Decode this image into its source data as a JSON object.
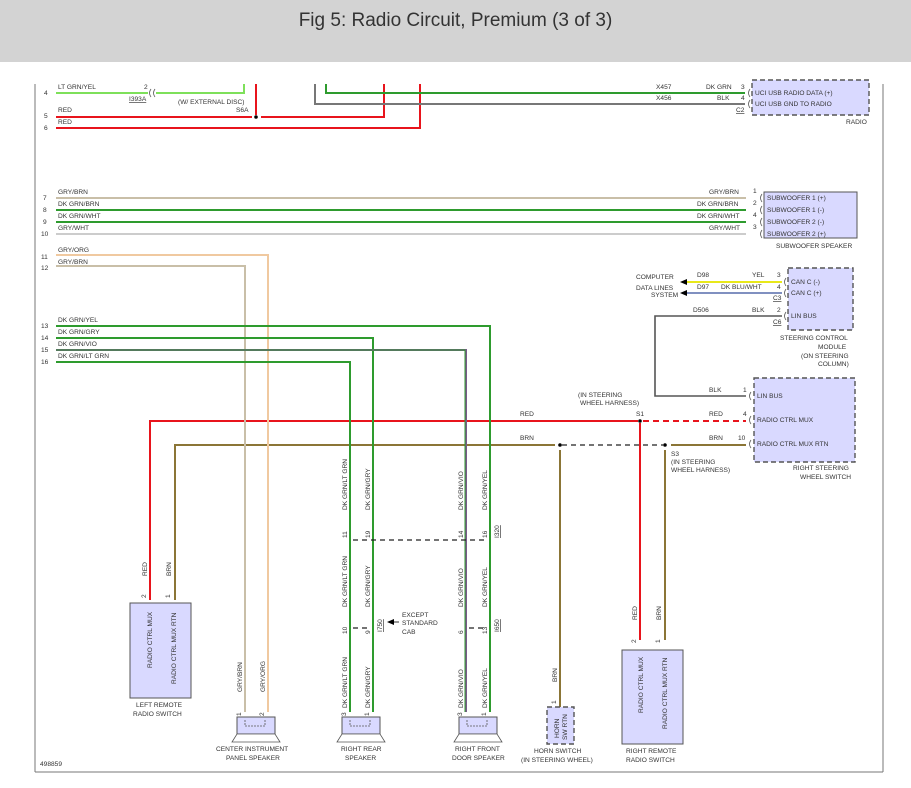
{
  "header": {
    "title": "Fig 5: Radio Circuit, Premium (3 of 3)"
  },
  "figure_id": "498859",
  "colors": {
    "red": "#e8141c",
    "brown": "#8b7536",
    "gry_brn": "#c9bfa8",
    "gry_org": "#f0c9a0",
    "gry_wht": "#cccccc",
    "dk_grn": "#2e9b2e",
    "lt_grn": "#7ee05a",
    "blk": "#555555",
    "yel": "#e8e81a",
    "dk_blu_wht": "#8090c0",
    "component_fill": "#d9d9ff"
  },
  "top_section": {
    "wires": [
      {
        "pin": "4",
        "label": "LT GRN/YEL",
        "connector_pin": "2",
        "connector": "I393A"
      },
      {
        "pin": "5",
        "label": "RED"
      },
      {
        "pin": "6",
        "label": "RED"
      }
    ],
    "splice": {
      "id": "S6A",
      "note": "(W/ EXTERNAL DISC)"
    },
    "radio": {
      "name": "RADIO",
      "connector": "C2",
      "pins": [
        {
          "circuit": "X457",
          "color": "DK GRN",
          "pin": "3",
          "function": "UCI USB RADIO DATA (+)"
        },
        {
          "circuit": "X456",
          "color": "BLK",
          "pin": "4",
          "function": "UCI USB GND TO RADIO"
        }
      ]
    }
  },
  "harness_pins": [
    {
      "pin": "7",
      "label": "GRY/BRN"
    },
    {
      "pin": "8",
      "label": "DK GRN/BRN"
    },
    {
      "pin": "9",
      "label": "DK GRN/WHT"
    },
    {
      "pin": "10",
      "label": "GRY/WHT"
    },
    {
      "pin": "11",
      "label": "GRY/ORG"
    },
    {
      "pin": "12",
      "label": "GRY/BRN"
    },
    {
      "pin": "13",
      "label": "DK GRN/YEL"
    },
    {
      "pin": "14",
      "label": "DK GRN/GRY"
    },
    {
      "pin": "15",
      "label": "DK GRN/VIO"
    },
    {
      "pin": "16",
      "label": "DK GRN/LT GRN"
    }
  ],
  "subwoofer": {
    "name": "SUBWOOFER SPEAKER",
    "pins": [
      {
        "color": "GRY/BRN",
        "pin": "1",
        "function": "SUBWOOFER 1 (+)"
      },
      {
        "color": "DK GRN/BRN",
        "pin": "2",
        "function": "SUBWOOFER 1 (-)"
      },
      {
        "color": "DK GRN/WHT",
        "pin": "4",
        "function": "SUBWOOFER 2 (-)"
      },
      {
        "color": "GRY/WHT",
        "pin": "3",
        "function": "SUBWOOFER 2 (+)"
      }
    ]
  },
  "steering_control_module": {
    "name_lines": [
      "STEERING CONTROL",
      "MODULE",
      "(ON STEERING",
      "COLUMN)"
    ],
    "external": [
      "COMPUTER",
      "DATA LINES",
      "SYSTEM"
    ],
    "pins": [
      {
        "circuit": "D98",
        "color": "YEL",
        "pin": "3",
        "function": "CAN C (-)"
      },
      {
        "circuit": "D97",
        "color": "DK BLU/WHT",
        "pin": "4",
        "function": "CAN C (+)"
      },
      {
        "circuit": "D506",
        "color": "BLK",
        "pin": "2",
        "function": "LIN BUS"
      }
    ],
    "connectors": [
      "C3",
      "C6"
    ]
  },
  "right_steering_wheel_switch": {
    "name_lines": [
      "RIGHT STEERING",
      "WHEEL SWITCH"
    ],
    "pins": [
      {
        "color": "BLK",
        "pin": "1",
        "function": "LIN BUS"
      },
      {
        "color": "RED",
        "pin": "4",
        "function": "RADIO CTRL MUX"
      },
      {
        "color": "BRN",
        "pin": "10",
        "function": "RADIO CTRL MUX RTN"
      }
    ]
  },
  "splices": {
    "s1": {
      "id": "S1",
      "note_lines": [
        "(IN STEERING",
        "WHEEL HARNESS)"
      ]
    },
    "s3": {
      "id": "S3",
      "note_lines": [
        "(IN STEERING",
        "WHEEL HARNESS)"
      ]
    }
  },
  "mux_wires": {
    "red": "RED",
    "brn": "BRN"
  },
  "inline_connectors": {
    "upper": {
      "id": "I320",
      "pins": [
        {
          "pin": "11",
          "color": "DK GRN/LT GRN"
        },
        {
          "pin": "19",
          "color": "DK GRN/GRY"
        },
        {
          "pin": "14",
          "color": "DK GRN/VIO"
        },
        {
          "pin": "16",
          "color": "DK GRN/YEL"
        }
      ]
    },
    "lower": {
      "ids": [
        "I750",
        "I650"
      ],
      "note_lines": [
        "EXCEPT",
        "STANDARD",
        "CAB"
      ],
      "pins": [
        {
          "pin": "10",
          "color": "DK GRN/LT GRN"
        },
        {
          "pin": "9",
          "color": "DK GRN/GRY"
        },
        {
          "pin": "6",
          "color": "DK GRN/VIO"
        },
        {
          "pin": "13",
          "color": "DK GRN/YEL"
        }
      ]
    }
  },
  "components": {
    "left_remote": {
      "name_lines": [
        "LEFT REMOTE",
        "RADIO SWITCH"
      ],
      "pins": [
        {
          "pin": "2",
          "color": "RED",
          "function": "RADIO CTRL MUX"
        },
        {
          "pin": "1",
          "color": "BRN",
          "function": "RADIO CTRL MUX RTN"
        }
      ]
    },
    "center_speaker": {
      "name_lines": [
        "CENTER INSTRUMENT",
        "PANEL SPEAKER"
      ],
      "pins": [
        {
          "pin": "1",
          "color": "GRY/BRN"
        },
        {
          "pin": "2",
          "color": "GRY/ORG"
        }
      ]
    },
    "right_rear_speaker": {
      "name_lines": [
        "RIGHT REAR",
        "SPEAKER"
      ],
      "pins": [
        {
          "pin": "3",
          "color": "DK GRN/LT GRN"
        },
        {
          "pin": "1",
          "color": "DK GRN/GRY"
        }
      ]
    },
    "right_front_speaker": {
      "name_lines": [
        "RIGHT FRONT",
        "DOOR SPEAKER"
      ],
      "pins": [
        {
          "pin": "3",
          "color": "DK GRN/VIO"
        },
        {
          "pin": "1",
          "color": "DK GRN/YEL"
        }
      ]
    },
    "horn_switch": {
      "name_lines": [
        "HORN SWITCH",
        "(IN STEERING WHEEL)"
      ],
      "pin": "1",
      "color": "BRN",
      "function_lines": [
        "HORN",
        "SW RTN"
      ]
    },
    "right_remote": {
      "name_lines": [
        "RIGHT REMOTE",
        "RADIO SWITCH"
      ],
      "pins": [
        {
          "pin": "2",
          "color": "RED",
          "function": "RADIO CTRL MUX"
        },
        {
          "pin": "1",
          "color": "BRN",
          "function": "RADIO CTRL MUX RTN"
        }
      ]
    }
  }
}
